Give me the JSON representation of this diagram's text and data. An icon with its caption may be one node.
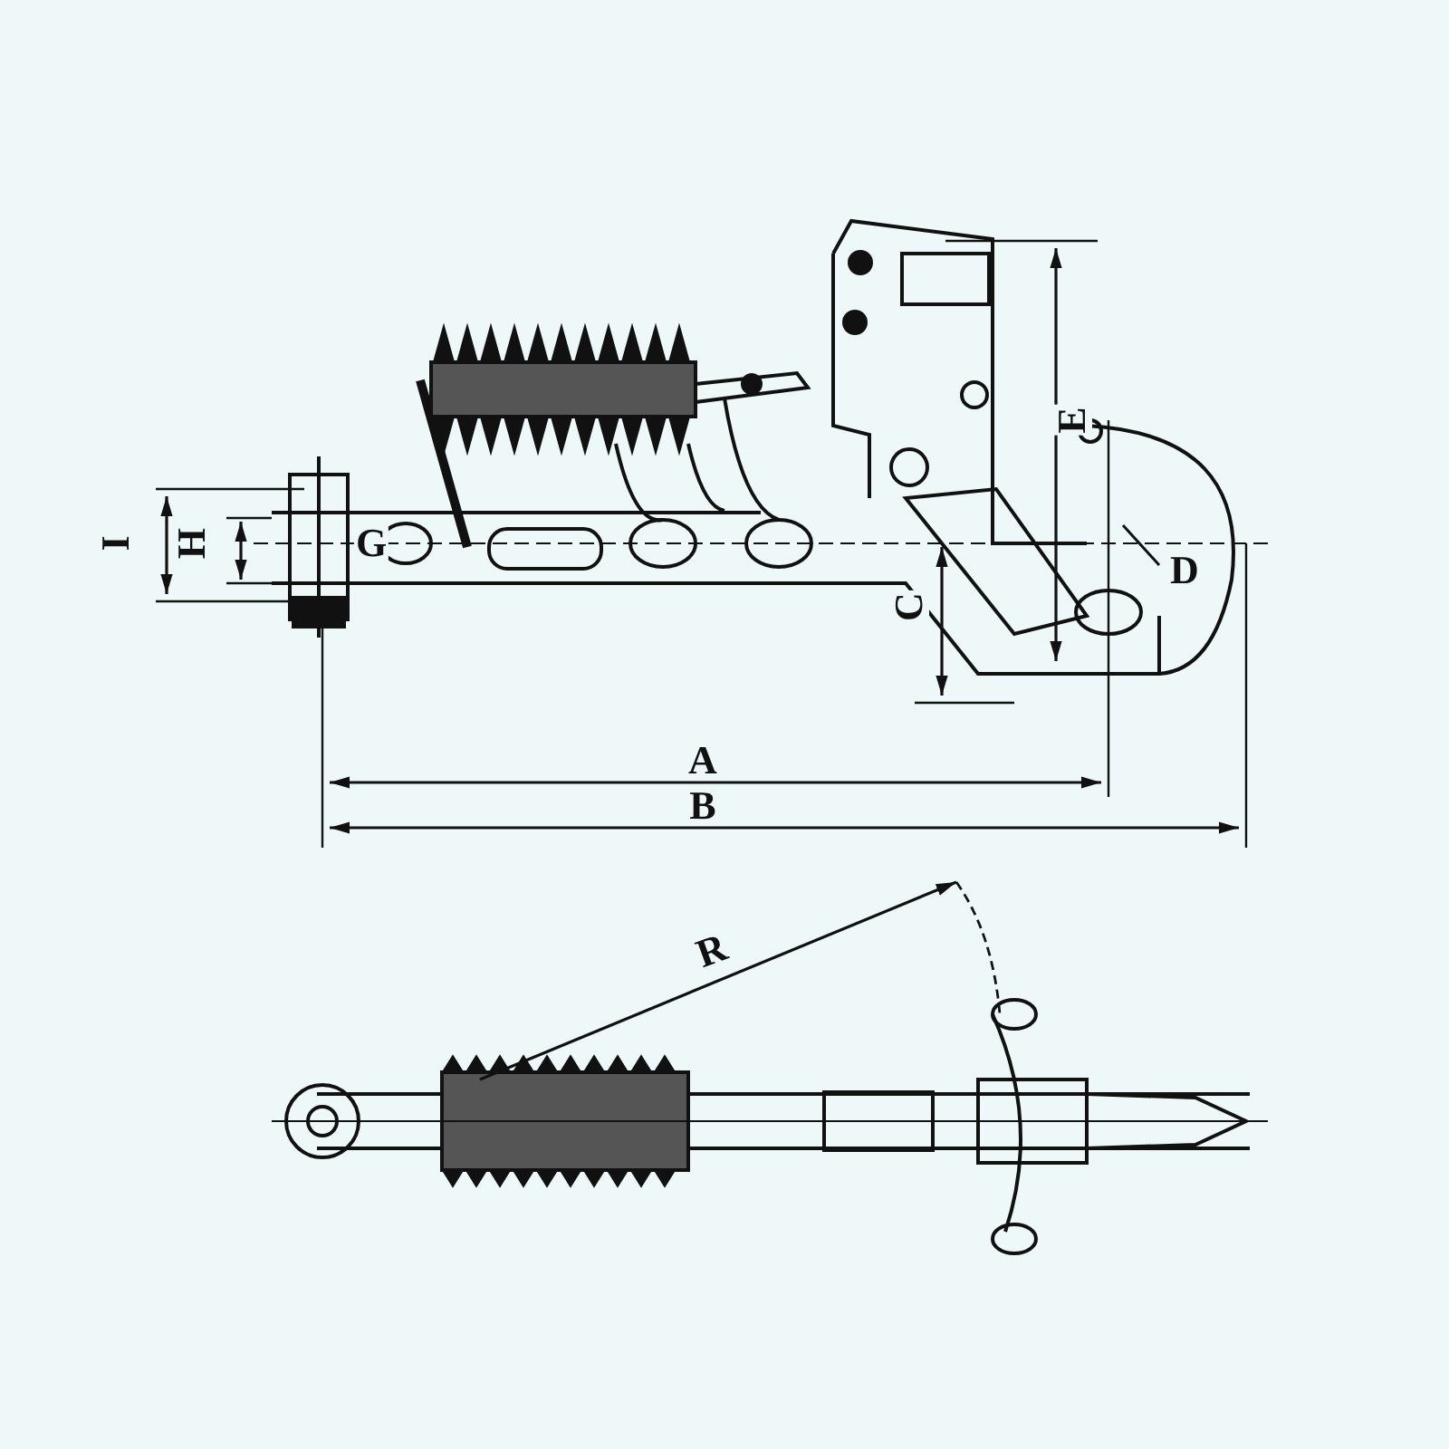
{
  "diagram": {
    "labels": [
      "E",
      "I",
      "H",
      "G",
      "D",
      "C",
      "A",
      "B",
      "R"
    ]
  }
}
